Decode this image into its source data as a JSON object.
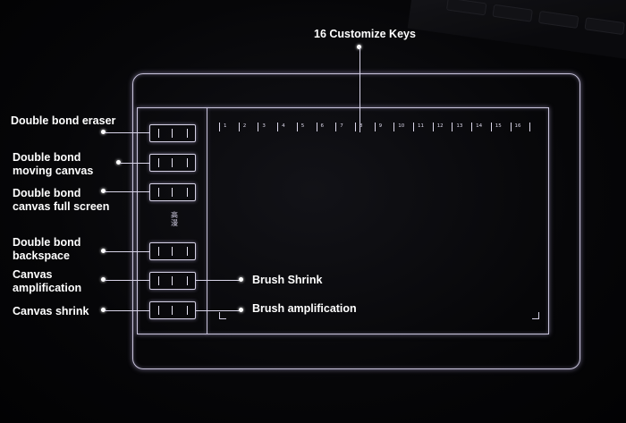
{
  "top_label": "16 Customize Keys",
  "brand_text": "高漫",
  "left_labels": [
    {
      "lines": [
        "Double bond eraser"
      ]
    },
    {
      "lines": [
        "Double bond",
        "moving canvas"
      ]
    },
    {
      "lines": [
        "Double bond",
        "canvas full screen"
      ]
    },
    {
      "lines": [
        "Double bond",
        "backspace"
      ]
    },
    {
      "lines": [
        "Canvas",
        "amplification"
      ]
    },
    {
      "lines": [
        "Canvas shrink"
      ]
    }
  ],
  "right_labels": [
    {
      "text": "Brush Shrink"
    },
    {
      "text": "Brush amplification"
    }
  ],
  "key_numbers": [
    "1",
    "2",
    "3",
    "4",
    "5",
    "6",
    "7",
    "8",
    "9",
    "10",
    "11",
    "12",
    "13",
    "14",
    "15",
    "16"
  ]
}
